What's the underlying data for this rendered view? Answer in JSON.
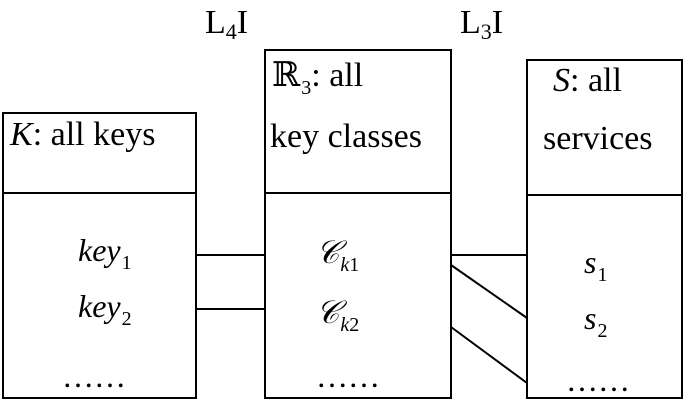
{
  "relations": {
    "left": {
      "pre": "L",
      "sub": "4",
      "post": "I"
    },
    "right": {
      "pre": "L",
      "sub": "3",
      "post": "I"
    }
  },
  "keys_box": {
    "symbol": "K",
    "colon_text": ":  all keys",
    "items": [
      {
        "base": "key",
        "sub": "1"
      },
      {
        "base": "key",
        "sub": "2"
      }
    ],
    "ellipsis": "……"
  },
  "classes_box": {
    "symbol": "ℝ",
    "symbol_sub": "3",
    "line1_text": ":  all",
    "line2_text": "key classes",
    "items": [
      {
        "base": "𝒞",
        "sub_k": "k",
        "sub_n": "1"
      },
      {
        "base": "𝒞",
        "sub_k": "k",
        "sub_n": "2"
      }
    ],
    "ellipsis": "……"
  },
  "services_box": {
    "symbol": "S",
    "line1_text": ":  all",
    "line2_text": "services",
    "items": [
      {
        "base": "s",
        "sub": "1"
      },
      {
        "base": "s",
        "sub": "2"
      }
    ],
    "ellipsis": "……"
  }
}
